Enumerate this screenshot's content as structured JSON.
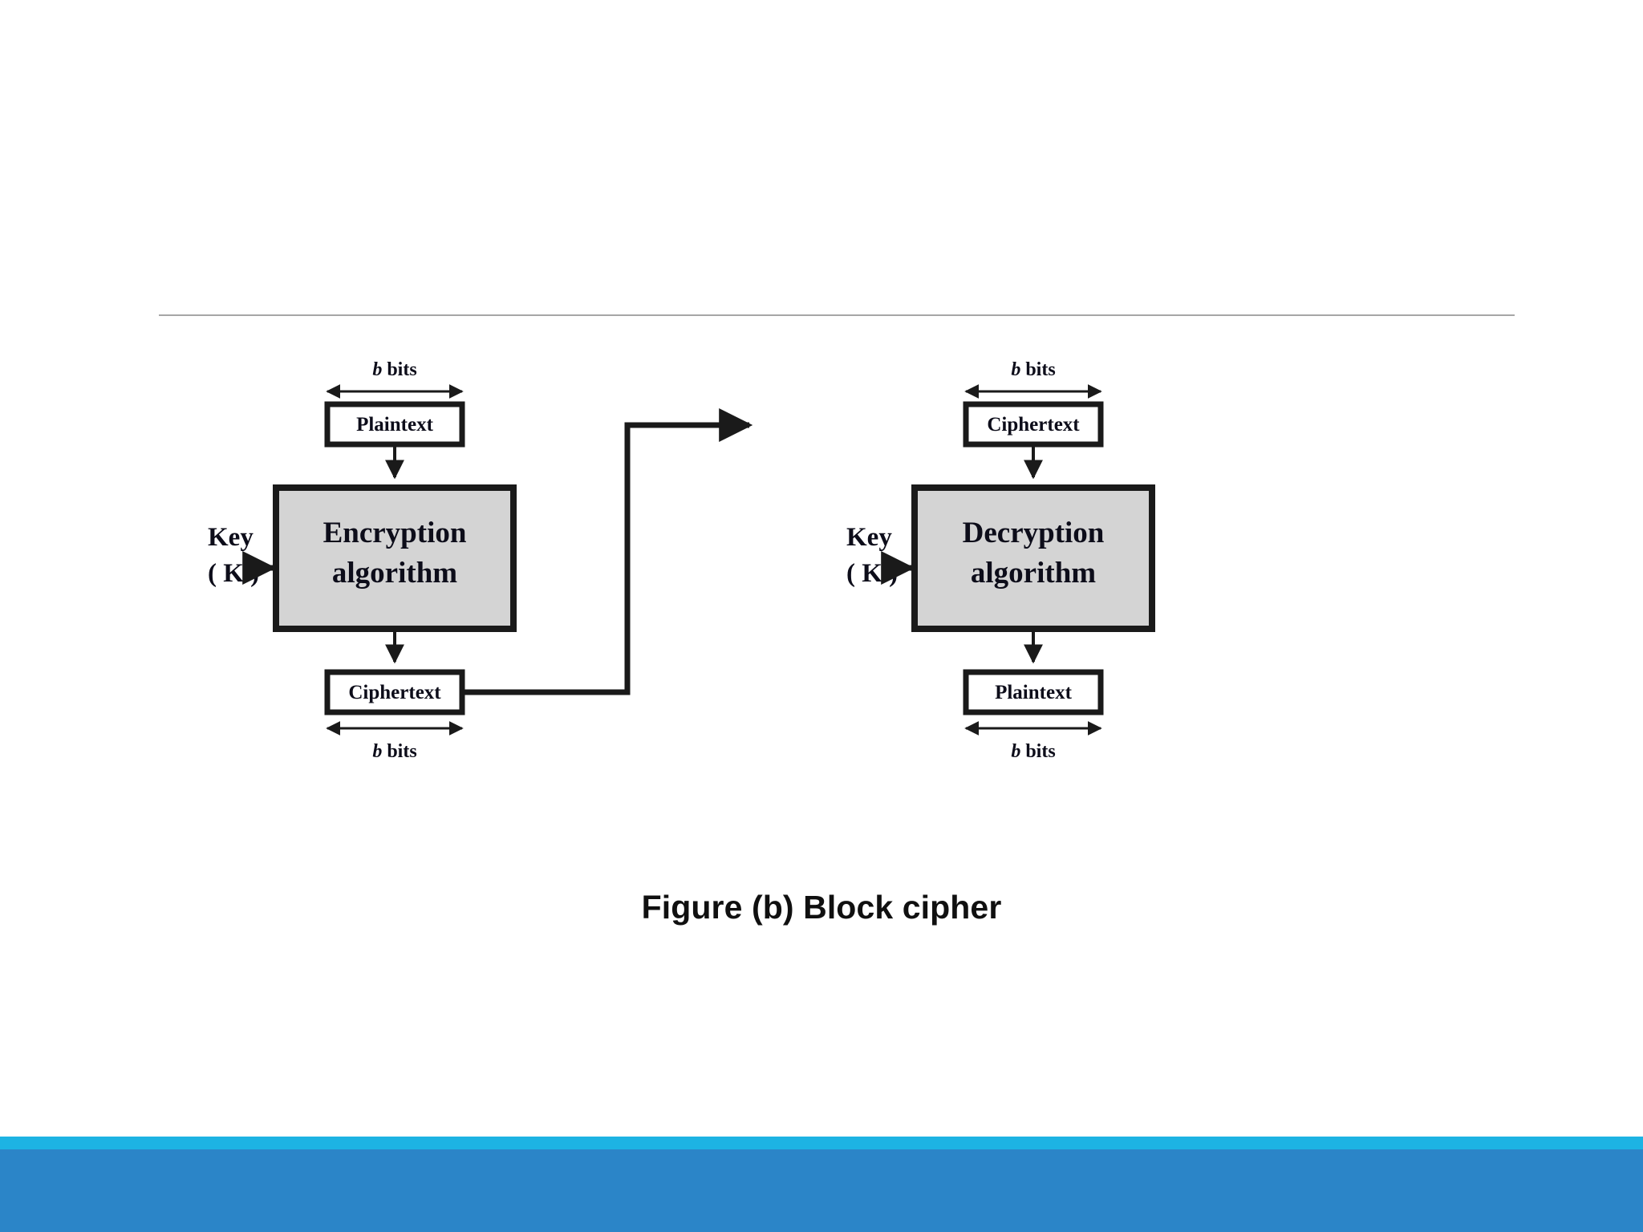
{
  "slide": {
    "background_color": "#ffffff",
    "divider_color": "#a6a6a6",
    "footer_light_color": "#1db3e3",
    "footer_dark_color": "#2b85c8"
  },
  "figure": {
    "caption": "Figure (b) Block cipher",
    "box_fill_white": "#ffffff",
    "box_fill_gray": "#d4d4d4",
    "stroke_color": "#1a1a1a"
  },
  "chart_data": {
    "type": "diagram",
    "title": "Figure (b) Block cipher",
    "nodes": [
      {
        "id": "plaintext-in",
        "label": "Plaintext",
        "style": "white-box",
        "side": "left"
      },
      {
        "id": "encryption",
        "label": "Encryption algorithm",
        "style": "gray-box",
        "side": "left"
      },
      {
        "id": "ciphertext-out",
        "label": "Ciphertext",
        "style": "white-box",
        "side": "left"
      },
      {
        "id": "ciphertext-in",
        "label": "Ciphertext",
        "style": "white-box",
        "side": "right"
      },
      {
        "id": "decryption",
        "label": "Decryption algorithm",
        "style": "gray-box",
        "side": "right"
      },
      {
        "id": "plaintext-out",
        "label": "Plaintext",
        "style": "white-box",
        "side": "right"
      }
    ],
    "key_inputs": [
      {
        "id": "key-left",
        "line1": "Key",
        "line2": "( K )",
        "target": "encryption"
      },
      {
        "id": "key-right",
        "line1": "Key",
        "line2": "( K )",
        "target": "decryption"
      }
    ],
    "width_markers": [
      {
        "id": "bits-top-left",
        "label_italic": "b",
        "label_rest": " bits",
        "position": "above",
        "node": "plaintext-in"
      },
      {
        "id": "bits-bottom-left",
        "label_italic": "b",
        "label_rest": " bits",
        "position": "below",
        "node": "ciphertext-out"
      },
      {
        "id": "bits-top-right",
        "label_italic": "b",
        "label_rest": " bits",
        "position": "above",
        "node": "ciphertext-in"
      },
      {
        "id": "bits-bottom-right",
        "label_italic": "b",
        "label_rest": " bits",
        "position": "below",
        "node": "plaintext-out"
      }
    ],
    "edges": [
      {
        "from": "plaintext-in",
        "to": "encryption",
        "kind": "arrow-down"
      },
      {
        "from": "encryption",
        "to": "ciphertext-out",
        "kind": "arrow-down"
      },
      {
        "from": "ciphertext-out",
        "to": "ciphertext-in",
        "kind": "arrow-routed"
      },
      {
        "from": "ciphertext-in",
        "to": "decryption",
        "kind": "arrow-down"
      },
      {
        "from": "decryption",
        "to": "plaintext-out",
        "kind": "arrow-down"
      },
      {
        "from": "key-left",
        "to": "encryption",
        "kind": "arrow-right"
      },
      {
        "from": "key-right",
        "to": "decryption",
        "kind": "arrow-right"
      }
    ]
  }
}
